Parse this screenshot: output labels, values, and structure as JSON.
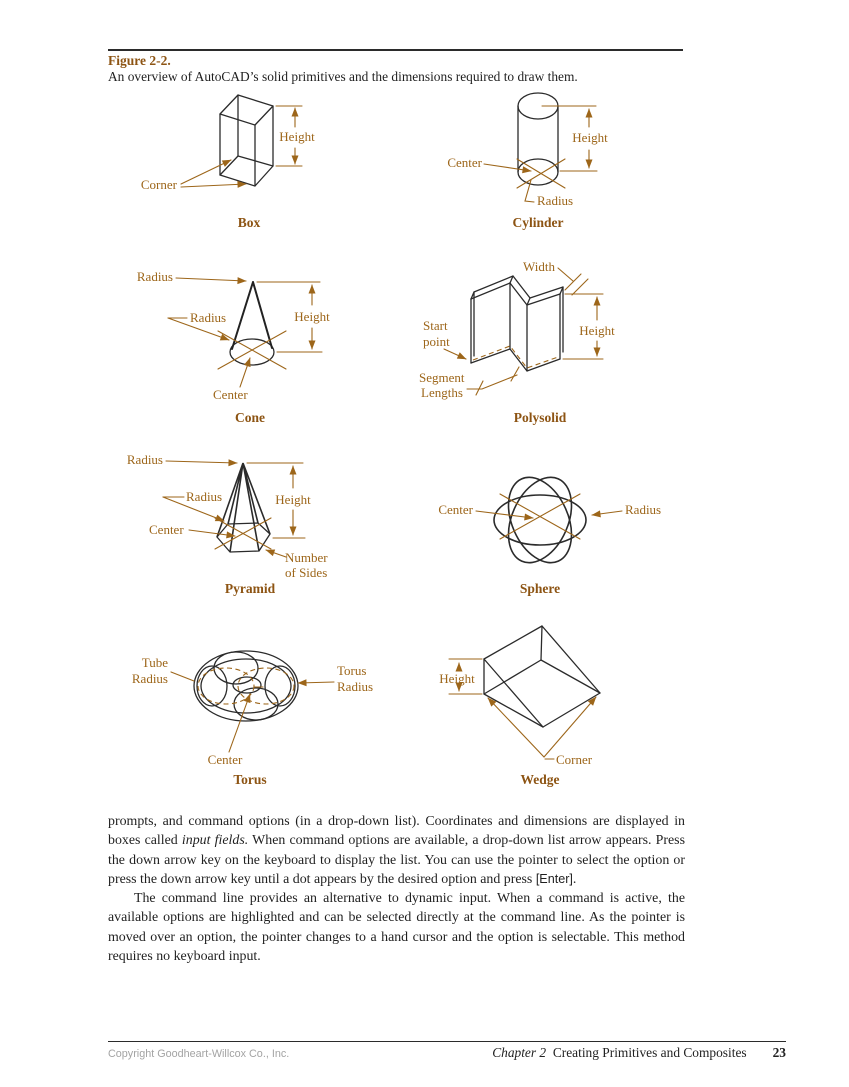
{
  "figure": {
    "label": "Figure 2-2.",
    "caption": "An overview of AutoCAD’s solid primitives and the dimensions required to draw them."
  },
  "diagrams": {
    "box": {
      "caption": "Box",
      "height": "Height",
      "corner": "Corner"
    },
    "cylinder": {
      "caption": "Cylinder",
      "height": "Height",
      "center": "Center",
      "radius": "Radius"
    },
    "cone": {
      "caption": "Cone",
      "radius_top": "Radius",
      "radius_side": "Radius",
      "height": "Height",
      "center": "Center"
    },
    "polysolid": {
      "caption": "Polysolid",
      "width": "Width",
      "start_1": "Start",
      "start_2": "point",
      "segment_1": "Segment",
      "segment_2": "Lengths",
      "height": "Height"
    },
    "pyramid": {
      "caption": "Pyramid",
      "radius_top": "Radius",
      "radius_side": "Radius",
      "center": "Center",
      "height": "Height",
      "sides_1": "Number",
      "sides_2": "of Sides"
    },
    "sphere": {
      "caption": "Sphere",
      "center": "Center",
      "radius": "Radius"
    },
    "torus": {
      "caption": "Torus",
      "tube_1": "Tube",
      "tube_2": "Radius",
      "torus_1": "Torus",
      "torus_2": "Radius",
      "center": "Center"
    },
    "wedge": {
      "caption": "Wedge",
      "height": "Height",
      "corner": "Corner"
    }
  },
  "body": {
    "p1_1": "prompts, and command options (in a drop-down list). Coordinates and dimensions are displayed in boxes called ",
    "p1_2": "input fields.",
    "p1_3": " When command options are available, a drop-down list arrow appears. Press the down arrow key on the keyboard to display the list. You can use the pointer to select the option or press the down arrow key until a dot appears by the desired option and press ",
    "p1_4": "[Enter]",
    "p1_5": ".",
    "p2": "The command line provides an alternative to dynamic input. When a command is active, the available options are highlighted and can be selected directly at the command line. As the pointer is moved over an option, the pointer changes to a hand cursor and the option is selectable. This method requires no keyboard input."
  },
  "footer": {
    "copyright": "Copyright Goodheart-Willcox Co., Inc.",
    "chapter_italic": "Chapter 2",
    "chapter_title": "Creating Primitives and Composites",
    "page_number": "23"
  },
  "colors": {
    "label_brown": "#9d661a",
    "heading_brown": "#8d5413",
    "line_black": "#2b2b2b"
  }
}
